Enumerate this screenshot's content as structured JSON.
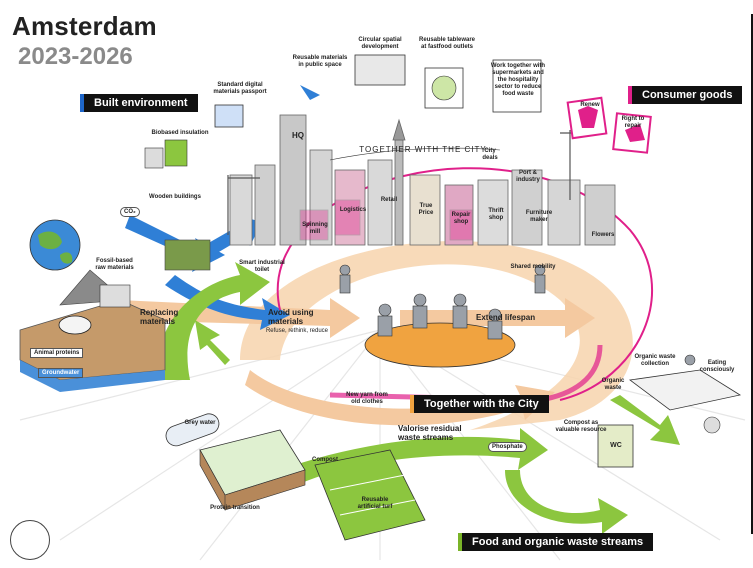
{
  "header": {
    "title": "Amsterdam",
    "years": "2023-2026"
  },
  "sections": {
    "built_environment": "Built environment",
    "consumer_goods": "Consumer goods",
    "food_waste": "Food and organic waste streams",
    "together": "Together with the City"
  },
  "labels": {
    "biobased": "Biobased insulation",
    "passport": "Standard digital materials passport",
    "reusable_public": "Reusable materials in public space",
    "circular_spatial": "Circular spatial development",
    "reusable_tableware": "Reusable tableware at fastfood outlets",
    "supermarkets": "Work together with supermarkets and the hospitality sector to reduce food waste",
    "wooden": "Wooden buildings",
    "co2": "CO₂",
    "fossil": "Fossil-based raw materials",
    "animal": "Animal proteins",
    "groundwater": "Groundwater",
    "replacing": "Replacing materials",
    "smart_toilet": "Smart industrial toilet",
    "avoid": "Avoid using materials",
    "avoid_sub": "Refuse, rethink, reduce",
    "extend": "Extend lifespan",
    "new_yarn": "New yarn from old clothes",
    "valorise": "Valorise residual waste streams",
    "phosphate": "Phosphate",
    "compost_resource": "Compost as valuable resource",
    "organic_collection": "Organic waste collection",
    "eating": "Eating consciously",
    "organic_waste": "Organic waste",
    "grey_water": "Grey water",
    "compost": "Compost",
    "protein": "Protein transition",
    "turf": "Reusable artificial turf",
    "wc": "WC",
    "together_hand": "TOGETHER WITH THE CITY",
    "hq": "HQ",
    "logistics": "Logistics",
    "spinning": "Spinning mill",
    "retail": "Retail",
    "true_price": "True Price",
    "repair": "Repair shop",
    "thrift": "Thrift shop",
    "furniture": "Furniture maker",
    "port": "Port & industry",
    "city_deals": "City deals",
    "shared_mobility": "Shared mobility",
    "renew": "Renew",
    "right_repair": "Right to repair",
    "flowers": "Flowers"
  },
  "colors": {
    "blue": "#1e66c9",
    "pink": "#e0208a",
    "green": "#8cc63f",
    "orange_band": "#f4c9a0",
    "dark": "#111111"
  }
}
